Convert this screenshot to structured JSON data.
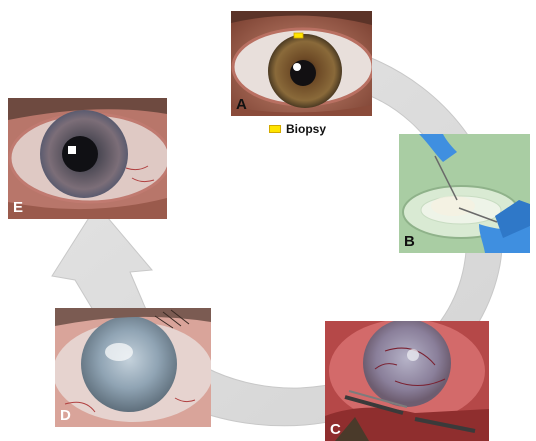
{
  "panels": {
    "a": {
      "label": "A"
    },
    "b": {
      "label": "B"
    },
    "c": {
      "label": "C"
    },
    "d": {
      "label": "D"
    },
    "e": {
      "label": "E"
    }
  },
  "legend": {
    "label": "Biopsy",
    "swatch_color": "#ffe400"
  },
  "colors": {
    "cycle_arrow": "#dcdcdc",
    "cycle_arrow_edge": "#c8c8c8"
  }
}
